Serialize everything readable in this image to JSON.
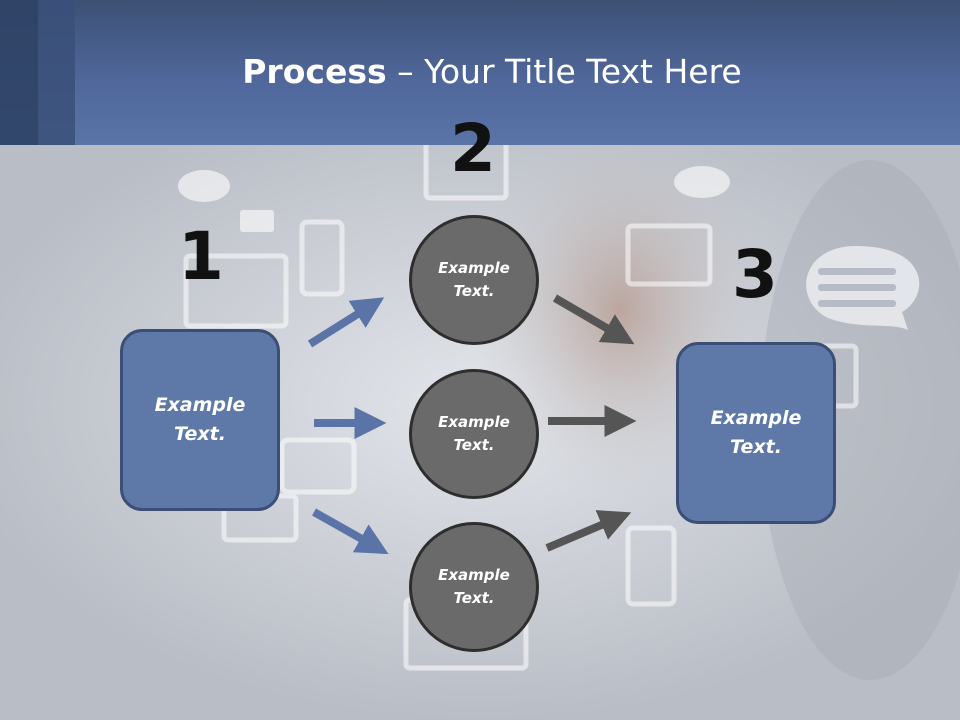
{
  "slide": {
    "title_bold": "Process",
    "title_rest": " – Your Title Text Here"
  },
  "steps": {
    "step1_number": "1",
    "step2_number": "2",
    "step3_number": "3"
  },
  "nodes": {
    "left_box": "Example\nText.",
    "circle_top": "Example\nText.",
    "circle_middle": "Example\nText.",
    "circle_bottom": "Example\nText.",
    "right_box": "Example\nText."
  },
  "colors": {
    "header": "#4f679a",
    "box_fill": "#5e78a8",
    "circle_fill": "#6a6a6a",
    "blue_arrow": "#5a74a8",
    "gray_arrow": "#555555"
  }
}
